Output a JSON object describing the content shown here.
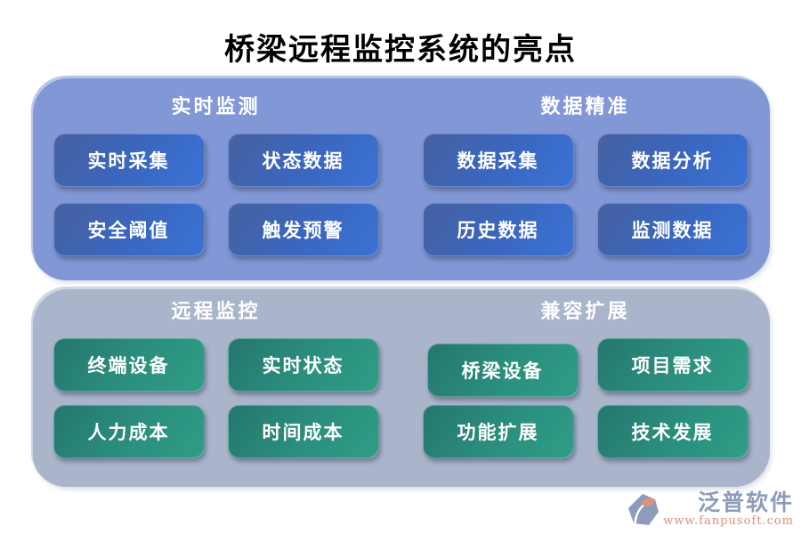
{
  "title": "桥梁远程监控系统的亮点",
  "panels": [
    {
      "name": "realtime-and-data-panel",
      "sections": [
        {
          "header": "实时监测",
          "buttons": [
            "实时采集",
            "状态数据",
            "安全阈值",
            "触发预警"
          ]
        },
        {
          "header": "数据精准",
          "buttons": [
            "数据采集",
            "数据分析",
            "历史数据",
            "监测数据"
          ]
        }
      ]
    },
    {
      "name": "remote-and-compat-panel",
      "sections": [
        {
          "header": "远程监控",
          "buttons": [
            "终端设备",
            "实时状态",
            "人力成本",
            "时间成本"
          ]
        },
        {
          "header": "兼容扩展",
          "buttons": [
            "桥梁设备",
            "项目需求",
            "功能扩展",
            "技术发展"
          ]
        }
      ]
    }
  ],
  "footer": {
    "brand": "泛普软件",
    "website": "www.fanpusoft.com"
  },
  "colors": {
    "top_panel": "#8197d6",
    "bottom_panel": "#aab4cb",
    "blue_button_start": "#46619f",
    "blue_button_end": "#3b72d6",
    "teal_button_start": "#25776f",
    "teal_button_end": "#2f9d86",
    "button_text": "#ffffff",
    "title_text": "#000000",
    "brand_text": "#8d9cba",
    "website_text": "#d98f7e"
  }
}
